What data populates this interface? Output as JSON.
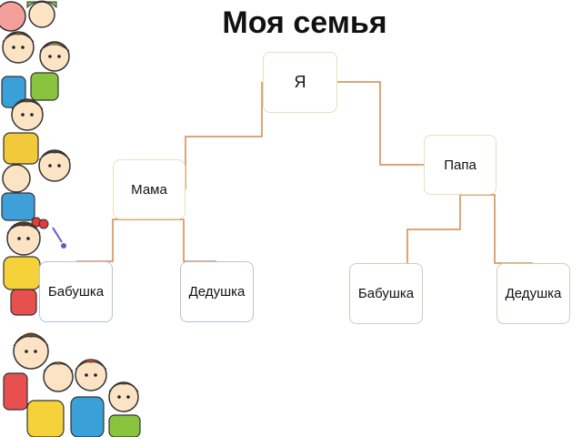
{
  "title": "Моя семья",
  "tree": {
    "me": "Я",
    "mother": "Мама",
    "father": "Папа",
    "maternal_grandmother": "Бабушка",
    "maternal_grandfather": "Дедушка",
    "paternal_grandmother": "Бабушка",
    "paternal_grandfather": "Дедушка"
  },
  "colors": {
    "connector": "#d08a4a",
    "node_border": "#e6dfbe"
  },
  "decoration": "cartoon-children-border"
}
